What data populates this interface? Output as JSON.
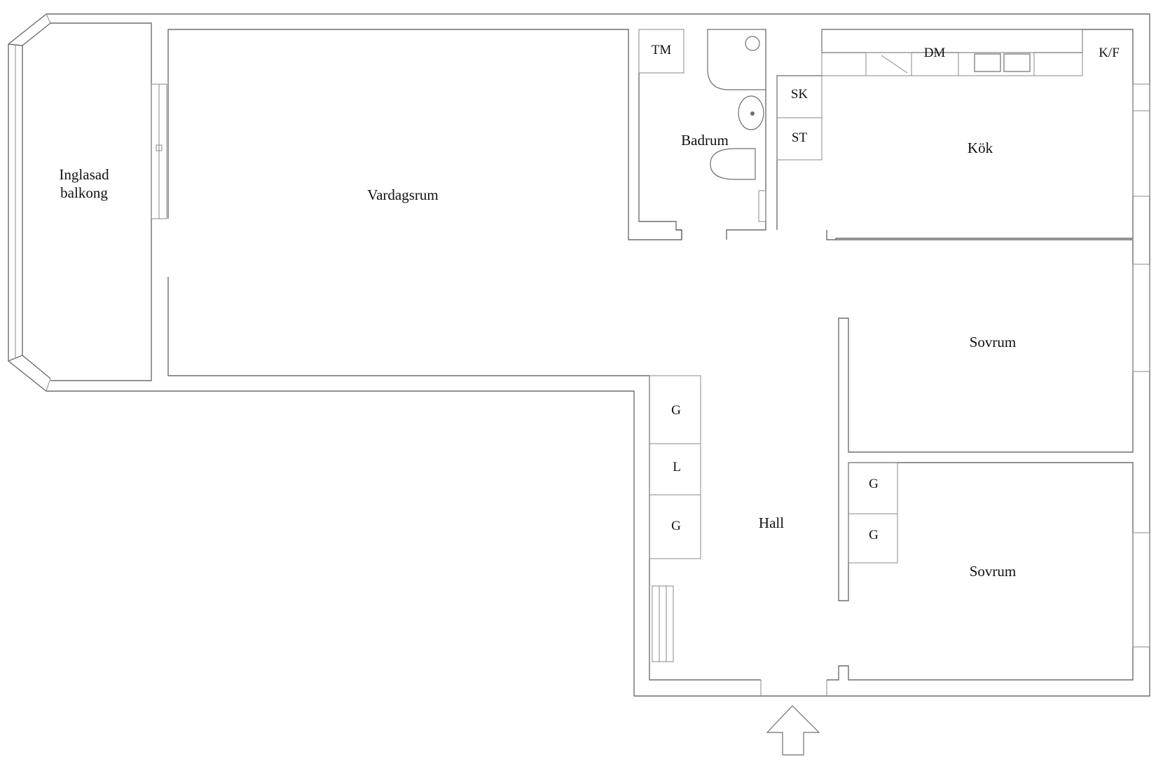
{
  "rooms": {
    "balcony": "Inglasad\nbalkong",
    "living": "Vardagsrum",
    "bathroom": "Badrum",
    "kitchen": "Kök",
    "bedroom1": "Sovrum",
    "bedroom2": "Sovrum",
    "hall": "Hall"
  },
  "storage": {
    "tm": "TM",
    "sk": "SK",
    "st": "ST",
    "dm": "DM",
    "kf": "K/F",
    "hall_g1": "G",
    "hall_l": "L",
    "hall_g2": "G",
    "bed_g1": "G",
    "bed_g2": "G"
  },
  "colors": {
    "wall": "#6f6f6f",
    "background": "#ffffff"
  }
}
